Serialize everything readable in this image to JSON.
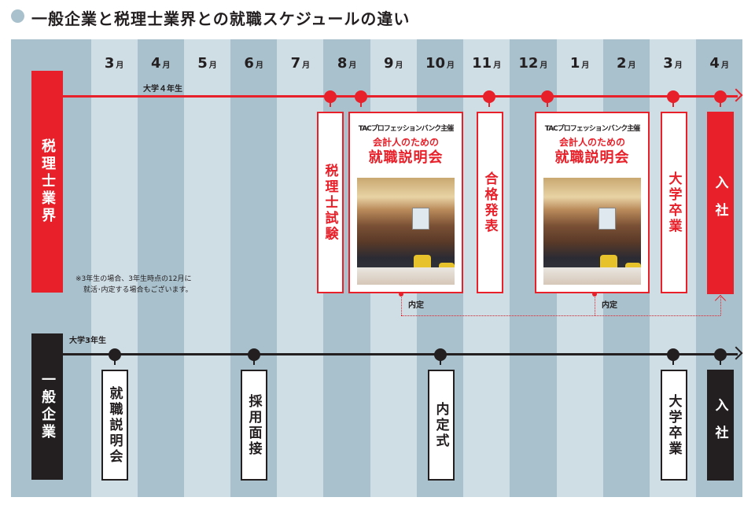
{
  "title": "一般企業と税理士業界との就職スケジュールの違い",
  "months": [
    {
      "n": "3",
      "u": "月"
    },
    {
      "n": "4",
      "u": "月"
    },
    {
      "n": "5",
      "u": "月"
    },
    {
      "n": "6",
      "u": "月"
    },
    {
      "n": "7",
      "u": "月"
    },
    {
      "n": "8",
      "u": "月"
    },
    {
      "n": "9",
      "u": "月"
    },
    {
      "n": "10",
      "u": "月"
    },
    {
      "n": "11",
      "u": "月"
    },
    {
      "n": "12",
      "u": "月"
    },
    {
      "n": "1",
      "u": "月"
    },
    {
      "n": "2",
      "u": "月"
    },
    {
      "n": "3",
      "u": "月"
    },
    {
      "n": "4",
      "u": "月"
    }
  ],
  "tax": {
    "label": "税理士業界",
    "year_label": "大学４年生",
    "exam": "税理士試験",
    "event_host": "TACプロフェッションバンク主催",
    "event_sub": "会計人のための",
    "event_main": "就職説明会",
    "result": "合格発表",
    "graduation": "大学卒業",
    "join": "入社",
    "offer1": "内定",
    "offer2": "内定",
    "note_line1": "※3年生の場合、3年生時点の12月に",
    "note_line2": "就活･内定する場合もございます。"
  },
  "general": {
    "label": "一般企業",
    "year_label": "大学3年生",
    "seminar": "就職説明会",
    "interview": "採用面接",
    "ceremony": "内定式",
    "graduation": "大学卒業",
    "join": "入社"
  },
  "colors": {
    "red": "#e8202a",
    "black": "#231f20",
    "dark_col": "#a9c1cc",
    "light_col": "#cfdde5"
  }
}
